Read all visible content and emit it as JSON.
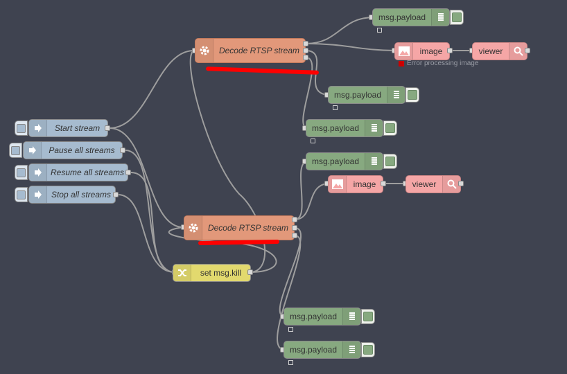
{
  "inject_nodes": {
    "start": "Start stream",
    "pause": "Pause all streams",
    "resume": "Resume all streams",
    "stop": "Stop all streams"
  },
  "function_nodes": {
    "decode_top": "Decode RTSP stream",
    "decode_bottom": "Decode RTSP stream"
  },
  "change_node": {
    "label": "set msg.kill"
  },
  "debug_nodes": [
    "msg.payload",
    "msg.payload",
    "msg.payload",
    "msg.payload",
    "msg.payload",
    "msg.payload"
  ],
  "image_nodes": {
    "top": "image",
    "bottom": "image"
  },
  "viewer_nodes": {
    "top": "viewer",
    "bottom": "viewer"
  },
  "status": {
    "image_top_error": "Error processing image"
  },
  "colors": {
    "canvas": "#3f4350",
    "inject": "#a6bbcf",
    "function": "#e2987a",
    "debug": "#87a980",
    "image": "#f5a6a6",
    "change": "#e2d96e",
    "annotation": "#ff0000"
  },
  "icons": {
    "inject": "arrow-right-icon",
    "function": "gear-icon",
    "debug": "list-icon",
    "image": "image-icon",
    "viewer": "magnifier-icon",
    "change": "shuffle-icon"
  }
}
